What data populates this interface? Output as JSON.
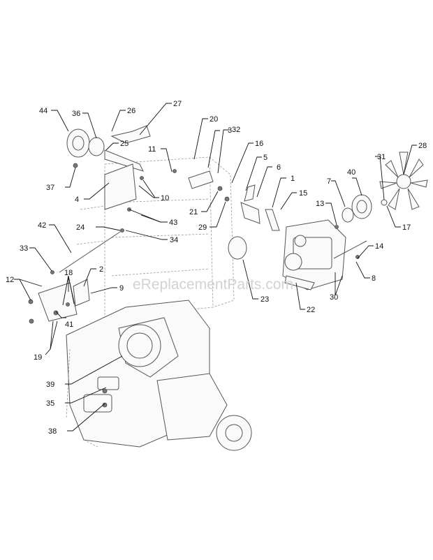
{
  "watermark": "eReplacementParts.com",
  "callouts": [
    "44",
    "36",
    "26",
    "27",
    "20",
    "3",
    "32",
    "11",
    "16",
    "5",
    "6",
    "1",
    "15",
    "28",
    "31",
    "40",
    "7",
    "13",
    "17",
    "25",
    "37",
    "10",
    "4",
    "43",
    "21",
    "29",
    "14",
    "42",
    "24",
    "34",
    "33",
    "2",
    "12",
    "18",
    "9",
    "41",
    "19",
    "8",
    "23",
    "30",
    "22",
    "39",
    "35",
    "38"
  ]
}
